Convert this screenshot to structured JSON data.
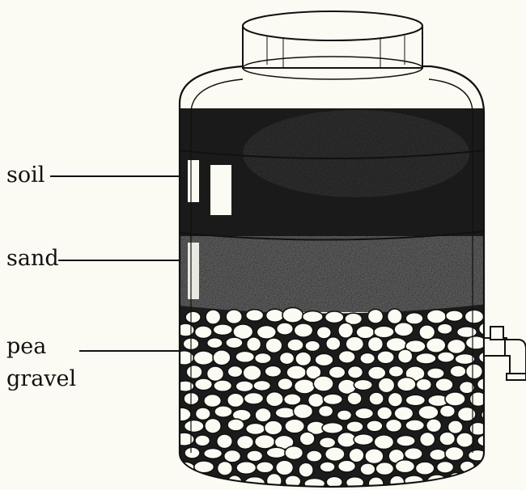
{
  "labels": {
    "soil": "soil",
    "sand": "sand",
    "pea_line1": "pea",
    "pea_line2": "gravel"
  },
  "colors": {
    "background": "#fbfbf3",
    "ink": "#111111",
    "soil": "#1a1a1a",
    "sand": "#5a5a5a",
    "gravel_fill": "#fbfbf3"
  }
}
